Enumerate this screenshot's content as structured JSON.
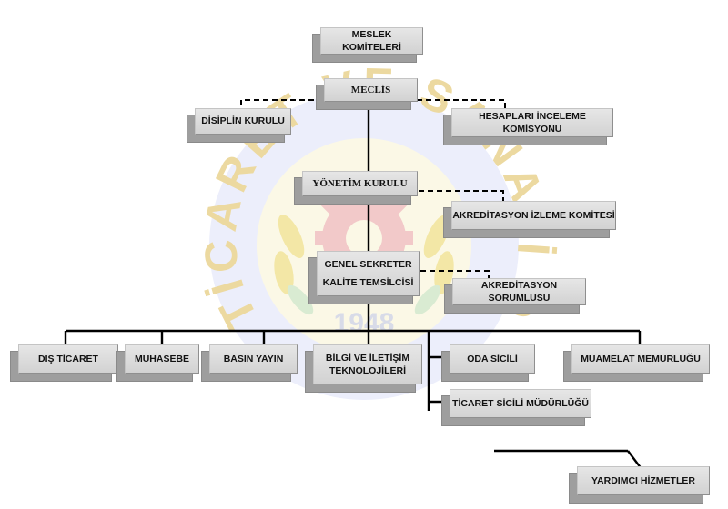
{
  "watermark": {
    "seal_text_top": "TİCARET VE SANAYİ ODASI",
    "year": "1948"
  },
  "boxes": {
    "meslek_komiteleri": "MESLEK KOMİTELERİ",
    "meclis": "MECLİS",
    "disiplin_kurulu": "DİSİPLİN KURULU",
    "hesaplari_inceleme": "HESAPLARI İNCELEME KOMİSYONU",
    "yonetim_kurulu": "YÖNETİM KURULU",
    "akreditasyon_izleme": "AKREDİTASYON İZLEME KOMİTESİ",
    "genel_sekreter": "GENEL SEKRETER",
    "kalite_temsilcisi": "KALİTE TEMSİLCİSİ",
    "akreditasyon_sorumlusu": "AKREDİTASYON SORUMLUSU",
    "dis_ticaret": "DIŞ TİCARET",
    "muhasebe": "MUHASEBE",
    "basin_yayin": "BASIN YAYIN",
    "bilgi_1": "BİLGİ VE İLETİŞİM",
    "bilgi_2": "TEKNOLOJİLERİ",
    "oda_sicili": "ODA SİCİLİ",
    "muamelat": "MUAMELAT MEMURLUĞU",
    "ticaret_sicili": "TİCARET SİCİLİ MÜDÜRLÜĞÜ",
    "yardimci": "YARDIMCI HİZMETLER"
  },
  "colors": {
    "seal_blue": "#c9cdf0",
    "seal_yellow": "#f4ecb0",
    "seal_red": "#f0c2c2",
    "seal_green": "#cfe6c8",
    "line": "#000000",
    "box_fill": "#dcdcdc"
  }
}
